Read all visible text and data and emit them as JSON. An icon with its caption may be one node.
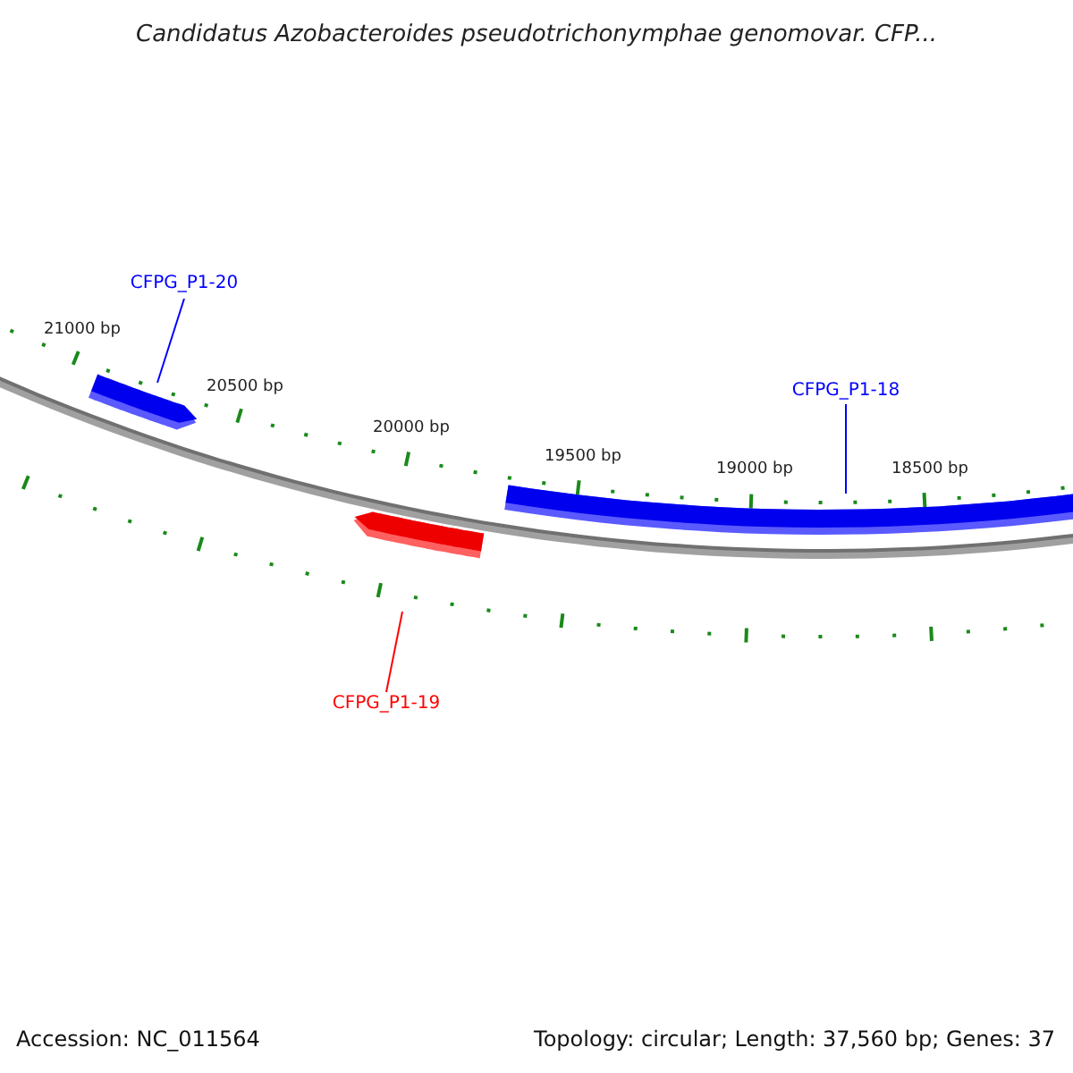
{
  "diagram": {
    "title": "Candidatus Azobacteroides pseudotrichonymphae genomovar. CFP...",
    "nodes": [
      {
        "text": [
          "CFPG_P1-20"
        ]
      },
      {
        "text": [],
        "shape": "bar"
      },
      {
        "text": [
          "CFPG_P1-18"
        ]
      },
      {
        "text": [],
        "shape": "bar"
      },
      {
        "text": [],
        "shape": "bar"
      },
      {
        "text": [
          "CFPG_P1-19"
        ]
      }
    ],
    "edges": [
      {
        "from": 0,
        "to": 1,
        "arrow": "none"
      },
      {
        "from": 2,
        "to": 3,
        "arrow": "none"
      },
      {
        "from": 5,
        "to": 4,
        "arrow": "none",
        "color": "#ff0000"
      }
    ],
    "labels": [
      "21000 bp",
      "20500 bp",
      "20000 bp",
      "19500 bp",
      "19000 bp",
      "18500 bp",
      "Accession: NC_011564",
      "Topology: circular; Length: 37,560 bp; Genes: 37"
    ]
  }
}
